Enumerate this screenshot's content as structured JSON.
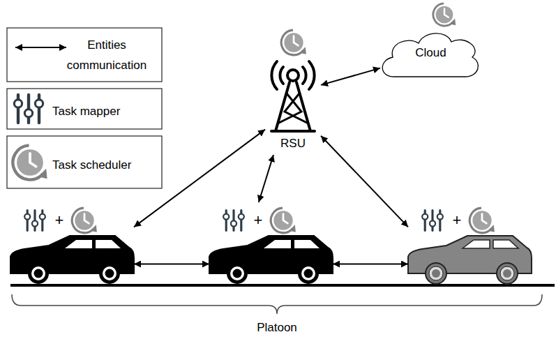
{
  "diagram": {
    "nodes": [
      {
        "text": [
          "RSU"
        ]
      },
      {
        "text": [
          "Cloud"
        ]
      },
      {
        "text": [
          "+"
        ]
      },
      {
        "text": [
          "+"
        ]
      },
      {
        "text": [
          "+"
        ]
      }
    ],
    "edges": [
      {
        "from": 2,
        "to": 0,
        "arrow": "both"
      },
      {
        "from": 3,
        "to": 0,
        "arrow": "both"
      },
      {
        "from": 4,
        "to": 0,
        "arrow": "both"
      },
      {
        "from": 2,
        "to": 3,
        "arrow": "both"
      },
      {
        "from": 3,
        "to": 4,
        "arrow": "both"
      },
      {
        "from": 0,
        "to": 1,
        "arrow": "both"
      }
    ],
    "labels": [
      "Platoon"
    ],
    "legend": [
      {
        "text": "Entities communication"
      },
      {
        "text": "Task mapper"
      },
      {
        "text": "Task scheduler"
      }
    ]
  }
}
